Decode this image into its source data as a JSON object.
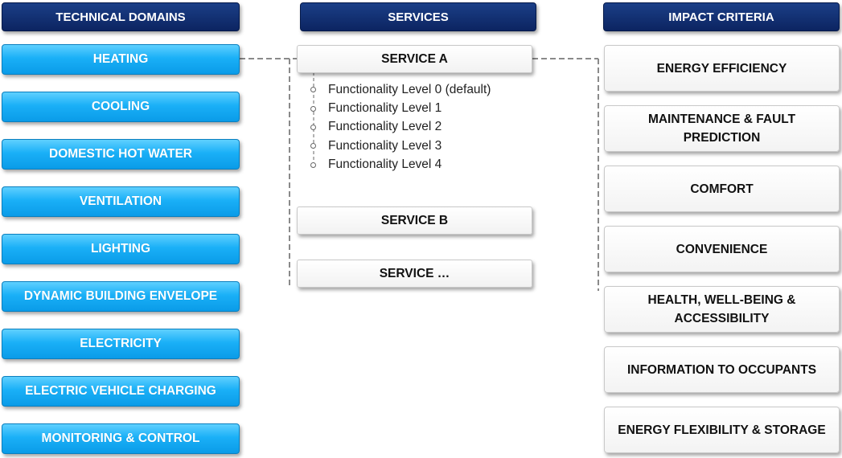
{
  "headers": {
    "domains": "TECHNICAL DOMAINS",
    "services": "SERVICES",
    "impacts": "IMPACT CRITERIA"
  },
  "domains": [
    "HEATING",
    "COOLING",
    "DOMESTIC HOT WATER",
    "VENTILATION",
    "LIGHTING",
    "DYNAMIC BUILDING ENVELOPE",
    "ELECTRICITY",
    "ELECTRIC VEHICLE CHARGING",
    "MONITORING & CONTROL"
  ],
  "services": [
    "SERVICE A",
    "SERVICE B",
    "SERVICE …"
  ],
  "levels": [
    "Functionality Level 0 (default)",
    "Functionality Level 1",
    "Functionality Level 2",
    "Functionality Level 3",
    "Functionality Level 4"
  ],
  "impacts": [
    "ENERGY EFFICIENCY",
    "MAINTENANCE & FAULT PREDICTION",
    "COMFORT",
    "CONVENIENCE",
    "HEALTH, WELL-BEING & ACCESSIBILITY",
    "INFORMATION TO OCCUPANTS",
    "ENERGY FLEXIBILITY & STORAGE"
  ],
  "colors": {
    "header": "#0c2461",
    "domain": "#1ab0f7",
    "connector": "#8a8a8a"
  }
}
